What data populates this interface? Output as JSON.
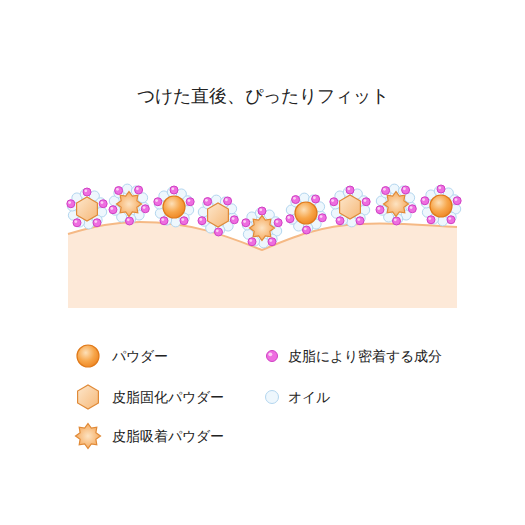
{
  "diagram": {
    "title": "つけた直後、ぴったりフィット",
    "legend": [
      {
        "text": "パウダー"
      },
      {
        "text": "皮脂固化パウダー"
      },
      {
        "text": "皮脂吸着パウダー"
      },
      {
        "text": "皮脂により密着する成分"
      },
      {
        "text": "オイル"
      }
    ]
  }
}
